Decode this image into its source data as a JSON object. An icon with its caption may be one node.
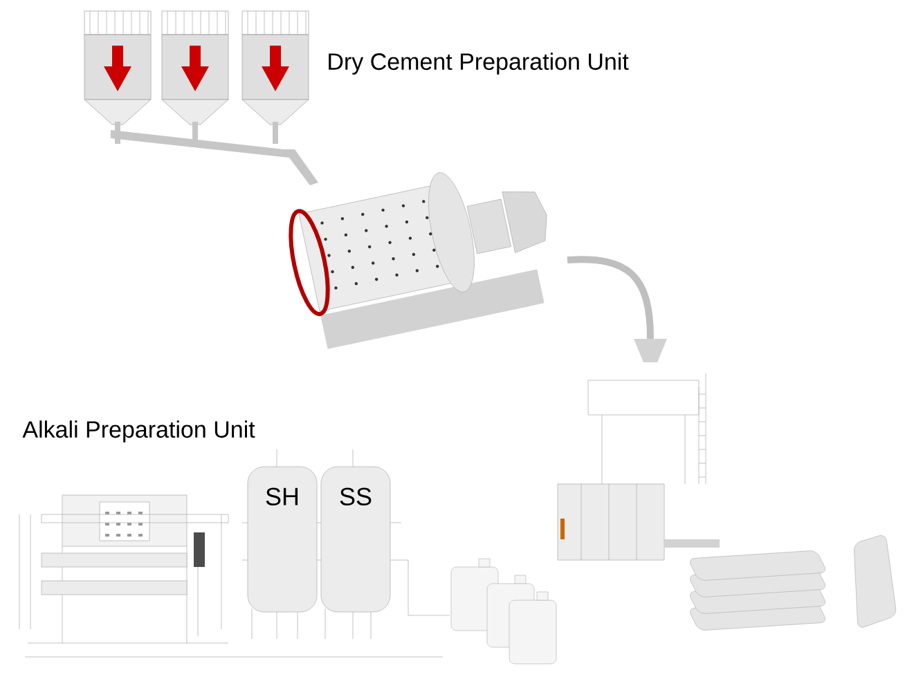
{
  "diagram": {
    "nodes": [
      {
        "text": [
          "SH"
        ]
      },
      {
        "text": [
          "SS"
        ]
      }
    ],
    "labels": [
      "Dry Cement Preparation Unit",
      "Alkali Preparation Unit"
    ]
  }
}
